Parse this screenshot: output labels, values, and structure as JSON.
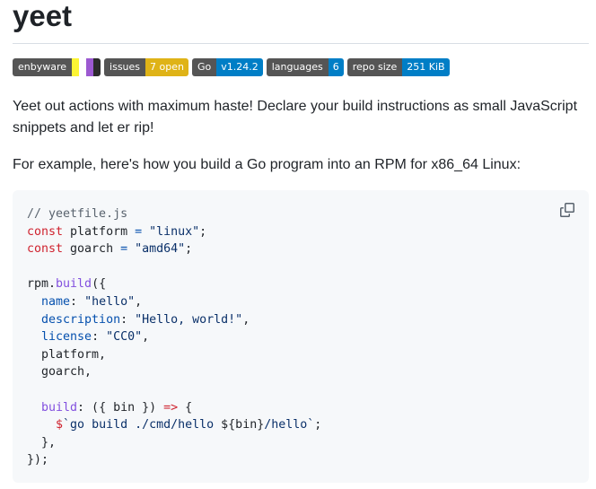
{
  "page": {
    "title": "yeet"
  },
  "badges": [
    {
      "label": "enbyware",
      "type": "flag",
      "flag_colors": [
        "#fcf434",
        "#ffffff",
        "#9c59d1",
        "#2c2c2c"
      ]
    },
    {
      "label": "issues",
      "value": "7 open",
      "value_color": "#dfb317"
    },
    {
      "label": "Go",
      "value": "v1.24.2",
      "value_color": "#007ec6"
    },
    {
      "label": "languages",
      "value": "6",
      "value_color": "#007ec6"
    },
    {
      "label": "repo size",
      "value": "251 KiB",
      "value_color": "#007ec6"
    }
  ],
  "intro": "Yeet out actions with maximum haste! Declare your build instructions as small JavaScript snippets and let er rip!",
  "example_text": "For example, here's how you build a Go program into an RPM for x86_64 Linux:",
  "code": {
    "copy_icon": "copy-icon",
    "lines": [
      [
        {
          "t": "// yeetfile.js",
          "c": "com"
        }
      ],
      [
        {
          "t": "const",
          "c": "kw"
        },
        {
          "t": " platform "
        },
        {
          "t": "=",
          "c": "op"
        },
        {
          "t": " "
        },
        {
          "t": "\"linux\"",
          "c": "str"
        },
        {
          "t": ";"
        }
      ],
      [
        {
          "t": "const",
          "c": "kw"
        },
        {
          "t": " goarch "
        },
        {
          "t": "=",
          "c": "op"
        },
        {
          "t": " "
        },
        {
          "t": "\"amd64\"",
          "c": "str"
        },
        {
          "t": ";"
        }
      ],
      [],
      [
        {
          "t": "rpm."
        },
        {
          "t": "build",
          "c": "fn"
        },
        {
          "t": "({"
        }
      ],
      [
        {
          "t": "  "
        },
        {
          "t": "name",
          "c": "prop"
        },
        {
          "t": ": "
        },
        {
          "t": "\"hello\"",
          "c": "str"
        },
        {
          "t": ","
        }
      ],
      [
        {
          "t": "  "
        },
        {
          "t": "description",
          "c": "prop"
        },
        {
          "t": ": "
        },
        {
          "t": "\"Hello, world!\"",
          "c": "str"
        },
        {
          "t": ","
        }
      ],
      [
        {
          "t": "  "
        },
        {
          "t": "license",
          "c": "prop"
        },
        {
          "t": ": "
        },
        {
          "t": "\"CC0\"",
          "c": "str"
        },
        {
          "t": ","
        }
      ],
      [
        {
          "t": "  platform,"
        }
      ],
      [
        {
          "t": "  goarch,"
        }
      ],
      [],
      [
        {
          "t": "  "
        },
        {
          "t": "build",
          "c": "fn"
        },
        {
          "t": ": ({ bin }) "
        },
        {
          "t": "=>",
          "c": "kw"
        },
        {
          "t": " {"
        }
      ],
      [
        {
          "t": "    "
        },
        {
          "t": "$",
          "c": "kw"
        },
        {
          "t": "`go build ./cmd/hello ",
          "c": "str"
        },
        {
          "t": "${bin}"
        },
        {
          "t": "/hello`",
          "c": "str"
        },
        {
          "t": ";"
        }
      ],
      [
        {
          "t": "  },"
        }
      ],
      [
        {
          "t": "});"
        }
      ]
    ]
  }
}
